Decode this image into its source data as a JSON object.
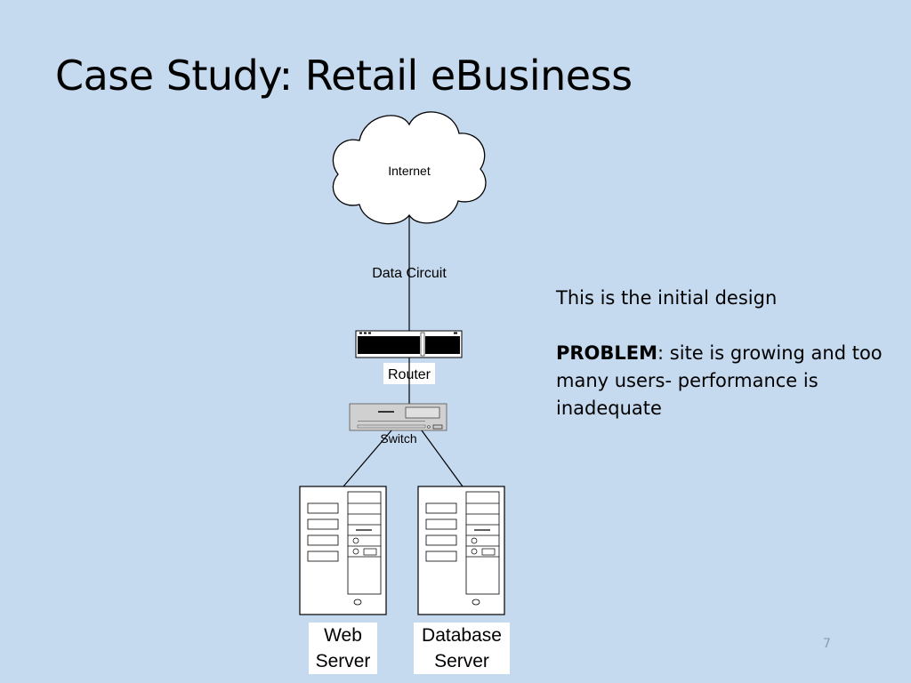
{
  "slide": {
    "title": "Case Study: Retail eBusiness",
    "page_number": "7"
  },
  "diagram": {
    "nodes": {
      "internet": "Internet",
      "router": "Router",
      "switch": "Switch",
      "web_server": [
        "Web",
        "Server"
      ],
      "database_server": [
        "Database",
        "Server"
      ]
    },
    "edges": {
      "data_circuit": "Data Circuit"
    }
  },
  "notes": {
    "line1": "This is the initial design",
    "problem_label": "PROBLEM",
    "problem_text": ": site is growing and too many users- performance is inadequate"
  }
}
